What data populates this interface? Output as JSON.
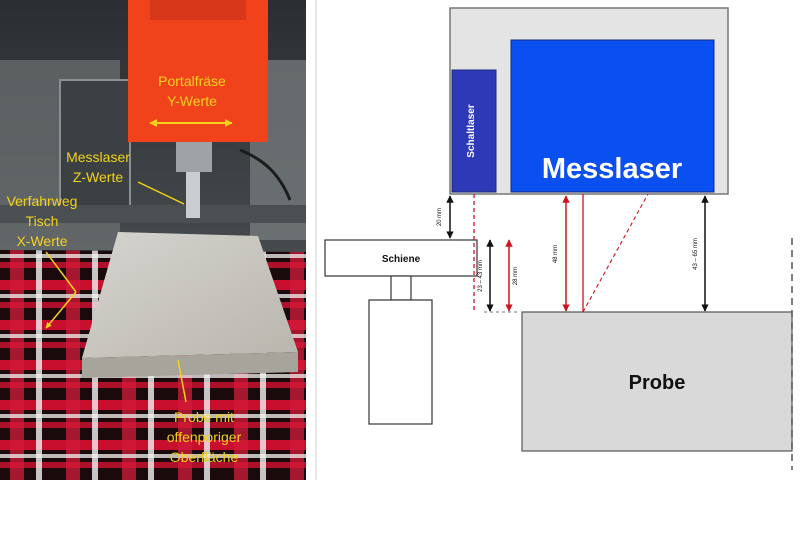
{
  "photo": {
    "portal_label": [
      "Portalfräse",
      "Y-Werte"
    ],
    "laser_label": [
      "Messlaser",
      "Z-Werte"
    ],
    "table_label": [
      "Verfahrweg",
      "Tisch",
      "X-Werte"
    ],
    "sample_label": [
      "Probe mit",
      "offenporiger",
      "Oberfläche"
    ]
  },
  "diagram": {
    "messlaser_label": "Messlaser",
    "schaltlaser_label": "Schaltlaser",
    "schiene_label": "Schiene",
    "probe_label": "Probe",
    "dim_20": "20 mm",
    "dim_23_43": "23 – 43 mm",
    "dim_28": "28 mm",
    "dim_48": "48 mm",
    "dim_43_65": "43 – 65 mm"
  },
  "colors": {
    "laser_blue": "#0a4ff0",
    "schalt_blue": "#2e39b8",
    "housing_gray": "#e4e4e4",
    "probe_gray": "#d9d9d9",
    "red_line": "#d0141e",
    "photo_label_yellow": "#f3d21b",
    "spindle_orange": "#f0431c"
  }
}
